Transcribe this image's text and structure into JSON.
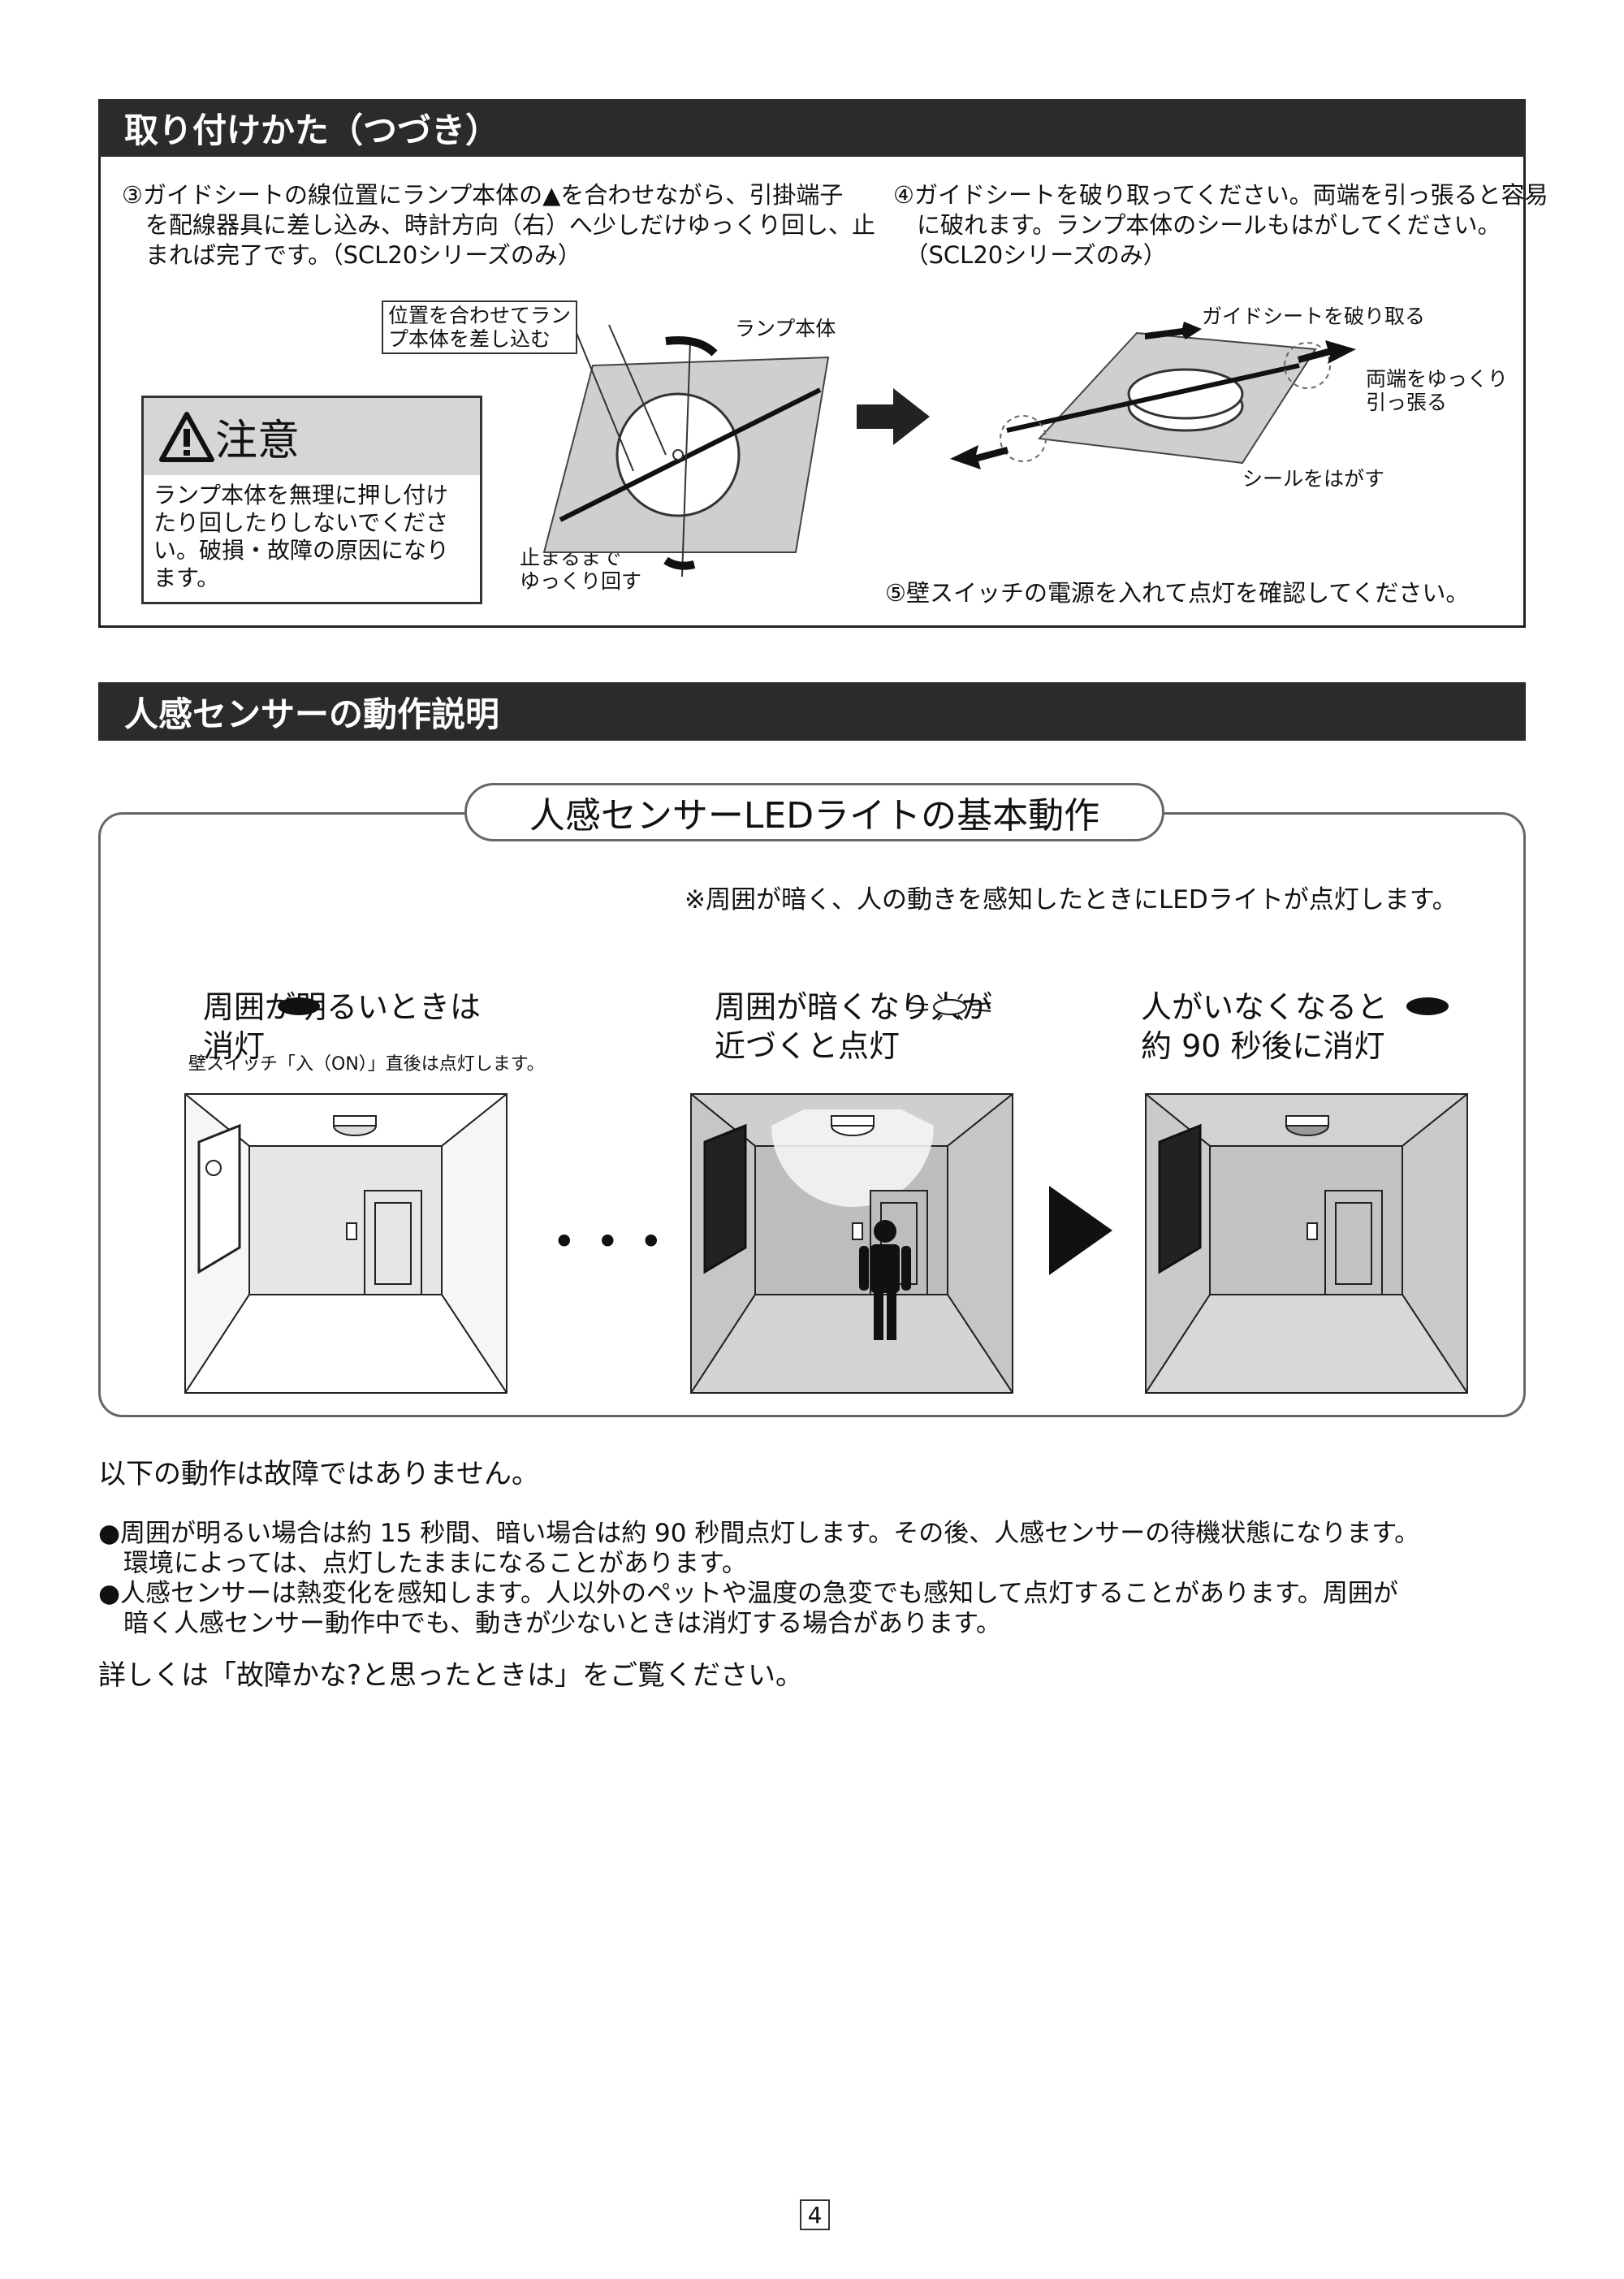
{
  "section1": {
    "title": "取り付けかた（つづき）",
    "step3": "③ガイドシートの線位置にランプ本体の▲を合わせながら、引掛端子\n　を配線器具に差し込み、時計方向（右）へ少しだけゆっくり回し、止\n　まれば完了です。（SCL20シリーズのみ）",
    "step4": "④ガイドシートを破り取ってください。両端を引っ張ると容易\n　に破れます。ランプ本体のシールもはがしてください。\n　（SCL20シリーズのみ）",
    "step5": "⑤壁スイッチの電源を入れて点灯を確認してください。",
    "caution": {
      "title": "注意",
      "body": "ランプ本体を無理に押し付け\nたり回したりしないでくださ\nい。破損・故障の原因になり\nます。"
    },
    "labels": {
      "align_insert": "位置を合わせてラン\nプ本体を差し込む",
      "lamp_body": "ランプ本体",
      "rotate_until_stop": "止まるまで\nゆっくり回す",
      "tear_guide": "ガイドシートを破り取る",
      "pull_ends": "両端をゆっくり\n引っ張る",
      "peel_seal": "シールをはがす"
    }
  },
  "section2": {
    "title": "人感センサーの動作説明",
    "box_title": "人感センサーLEDライトの基本動作",
    "note": "※周囲が暗く、人の動きを感知したときにLEDライトが点灯します。",
    "states": [
      {
        "text": "周囲が明るいときは\n消灯"
      },
      {
        "text": "周囲が暗くなり人が\n近づくと点灯"
      },
      {
        "text": "人がいなくなると\n約 90 秒後に消灯"
      }
    ],
    "wall_switch_note": "壁スイッチ「入（ON）」直後は点灯します。",
    "no_fault_heading": "以下の動作は故障ではありません。",
    "bullets": [
      "●周囲が明るい場合は約 15 秒間、暗い場合は約 90 秒間点灯します。その後、人感センサーの待機状態になります。",
      "　環境によっては、点灯したままになることがあります。",
      "●人感センサーは熱変化を感知します。人以外のペットや温度の急変でも感知して点灯することがあります。周囲が",
      "　暗く人感センサー動作中でも、動きが少ないときは消灯する場合があります。"
    ],
    "see_also": "詳しくは「故障かな?と思ったときは」をご覧ください。"
  },
  "page_number": "4"
}
